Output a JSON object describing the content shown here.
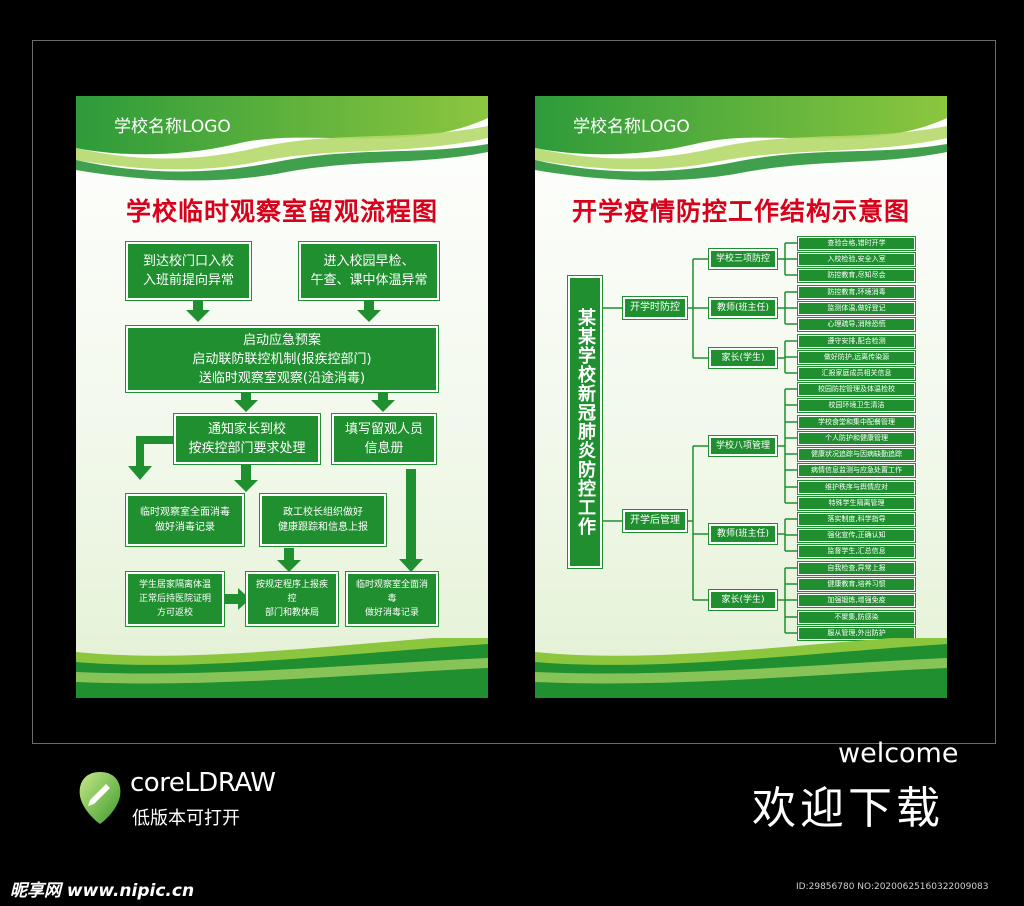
{
  "left_poster": {
    "logo": "学校名称LOGO",
    "title": "学校临时观察室留观流程图",
    "boxes": {
      "b1": [
        "到达校门口入校",
        "入班前提向异常"
      ],
      "b2": [
        "进入校园早检、",
        "午查、课中体温异常"
      ],
      "b3": [
        "启动应急预案",
        "启动联防联控机制(报疾控部门)",
        "送临时观察室观察(沿途消毒)"
      ],
      "b4": [
        "通知家长到校",
        "按疾控部门要求处理"
      ],
      "b5": [
        "填写留观人员",
        "信息册"
      ],
      "b6": [
        "临时观察室全面消毒",
        "做好消毒记录"
      ],
      "b7": [
        "政工校长组织做好",
        "健康跟踪和信息上报"
      ],
      "b8": [
        "学生居家隔离体温",
        "正常后持医院证明",
        "方可返校"
      ],
      "b9": [
        "按规定程序上报疾控",
        "部门和教体局"
      ],
      "b10": [
        "临时观察室全面消毒",
        "做好消毒记录"
      ]
    }
  },
  "right_poster": {
    "logo": "学校名称LOGO",
    "title": "开学疫情防控工作结构示意图",
    "root": "某某学校新冠肺炎防控工作",
    "l1": [
      "开学时防控",
      "开学后管理"
    ],
    "l2": [
      "学校三项防控",
      "教师(班主任)",
      "家长(学生)",
      "学校八项管理",
      "教师(班主任)",
      "家长(学生)"
    ],
    "leaves": [
      "查验合格,错时开学",
      "入校检验,安全入室",
      "防控教育,尽知尽会",
      "防控教育,环境消毒",
      "监测体温,做好登记",
      "心理疏导,消除恐慌",
      "遵守安排,配合检测",
      "做好防护,远离传染源",
      "汇报家庭成员相关信息",
      "校园防控管理及体温检校",
      "校园环境卫生清洁",
      "学校食堂和集中配餐管理",
      "个人防护和健康管理",
      "健康状况追踪与因病缺勤追踪",
      "病情信息监测与应急处置工作",
      "维护秩序与舆情应对",
      "特殊学生隔离管理",
      "落实制度,科学指导",
      "强化宣传,正确认知",
      "监督学生,汇总信息",
      "自我检查,异常上报",
      "健康教育,培养习惯",
      "加强锻炼,增强免疫",
      "不聚集,防感染",
      "服从管理,外出防护"
    ]
  },
  "footer": {
    "brand": "coreLDRAW",
    "brand_sub": "低版本可打开",
    "welcome_en": "welcome",
    "welcome_cn": "欢迎下载",
    "site": "昵享网 www.nipic.cn",
    "id_text": "ID:29856780 NO:20200625160322009083"
  },
  "colors": {
    "green": "#1f8f2f",
    "red": "#d9001b",
    "light_green": "#8cc63f"
  }
}
